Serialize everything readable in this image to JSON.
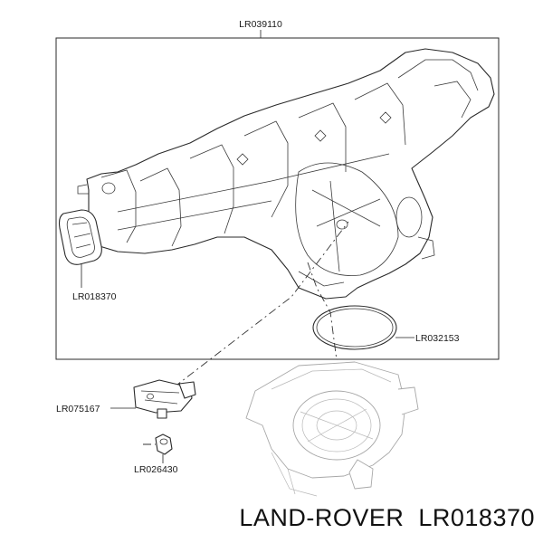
{
  "callouts": {
    "manifold_assembly": "LR039110",
    "intake_gasket": "LR018370",
    "throttle_seal": "LR032153",
    "pressure_sensor": "LR075167",
    "sensor_screw": "LR026430"
  },
  "footer": {
    "brand": "LAND-ROVER",
    "part_number": "LR018370"
  },
  "icons": [
    "intake-manifold-drawing",
    "gasket-drawing",
    "o-ring-drawing",
    "sensor-drawing",
    "screw-drawing",
    "throttle-body-drawing"
  ]
}
